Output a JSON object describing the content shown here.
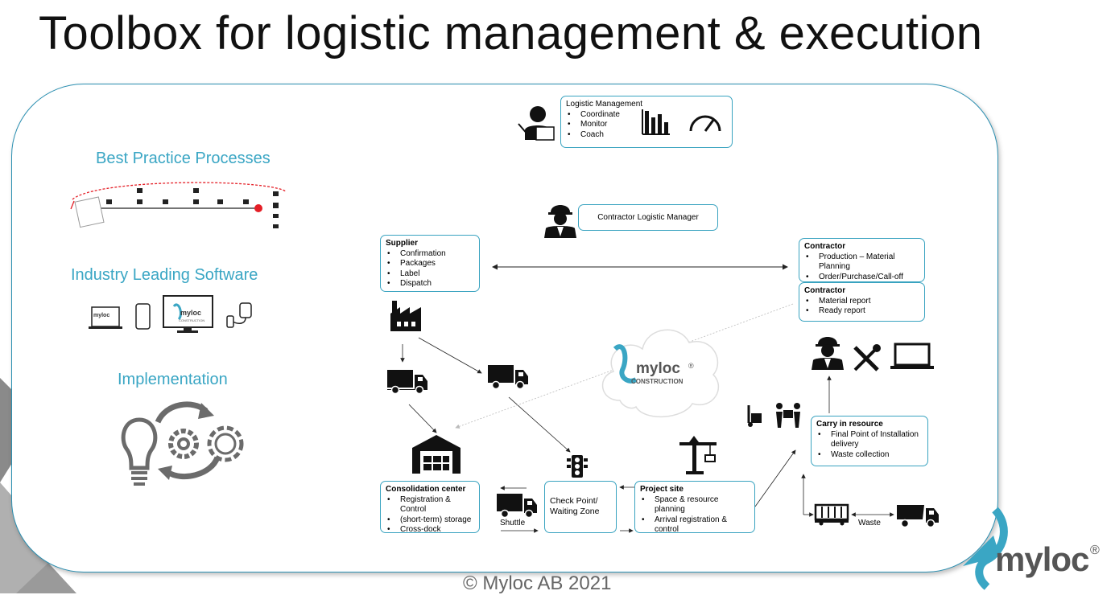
{
  "title": "Toolbox for logistic management & execution",
  "footer": "© Myloc AB 2021",
  "left_panel": {
    "best_practice": "Best Practice Processes",
    "software": "Industry Leading Software",
    "implementation": "Implementation"
  },
  "logistic_management": {
    "title": "Logistic Management",
    "items": [
      "Coordinate",
      "Monitor",
      "Coach"
    ]
  },
  "contractor_logistic_manager": "Contractor Logistic Manager",
  "supplier": {
    "title": "Supplier",
    "items": [
      "Confirmation",
      "Packages",
      "Label",
      "Dispatch"
    ]
  },
  "contractor_planning": {
    "title": "Contractor",
    "items": [
      "Production – Material Planning",
      "Order/Purchase/Call-off"
    ]
  },
  "contractor_report": {
    "title": "Contractor",
    "items": [
      "Material report",
      "Ready report"
    ]
  },
  "consolidation": {
    "title": "Consolidation center",
    "items": [
      "Registration & Control",
      "(short-term) storage",
      "Cross-dock"
    ]
  },
  "checkpoint": {
    "line1": "Check Point/",
    "line2": "Waiting Zone"
  },
  "project_site": {
    "title": "Project site",
    "items": [
      "Space & resource planning",
      "Arrival registration & control"
    ]
  },
  "carry_in": {
    "title": "Carry in resource",
    "items": [
      "Final Point of Installation delivery",
      "Waste collection"
    ]
  },
  "labels": {
    "shuttle": "Shuttle",
    "waste": "Waste"
  },
  "brand": {
    "cloud_name": "myloc",
    "cloud_sub": "CONSTRUCTION",
    "logo": "myloc",
    "screen_name": "myloc",
    "screen_sub": "CONSTRUCTION",
    "reg": "®"
  },
  "colors": {
    "accent": "#3aa6c4",
    "frame": "#2a8fb1",
    "icon": "#111111",
    "red": "#e41e26"
  },
  "icons": [
    "person-laptop-icon",
    "bar-chart-icon",
    "gauge-icon",
    "worker-icon",
    "factory-icon",
    "truck-icon",
    "warehouse-icon",
    "traffic-light-icon",
    "crane-icon",
    "hand-truck-icon",
    "carrying-boxes-icon",
    "tools-icon",
    "laptop-icon",
    "container-icon",
    "dump-truck-icon",
    "lightbulb-icon",
    "gear-icon"
  ]
}
